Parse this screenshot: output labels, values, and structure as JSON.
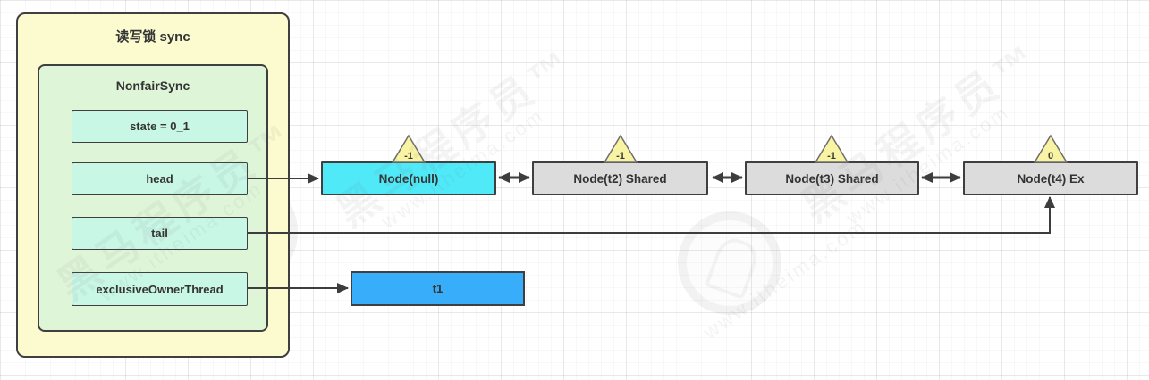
{
  "diagram": {
    "outer": {
      "title": "读写锁 sync"
    },
    "inner": {
      "title": "NonfairSync"
    },
    "fields": [
      {
        "label": "state = 0_1"
      },
      {
        "label": "head"
      },
      {
        "label": "tail"
      },
      {
        "label": "exclusiveOwnerThread"
      }
    ],
    "nodes": [
      {
        "label": "Node(null)",
        "wait_status": "-1"
      },
      {
        "label": "Node(t2) Shared",
        "wait_status": "-1"
      },
      {
        "label": "Node(t3) Shared",
        "wait_status": "-1"
      },
      {
        "label": "Node(t4) Ex",
        "wait_status": "0"
      }
    ],
    "thread": {
      "label": "t1"
    }
  },
  "watermark": {
    "brand": "黑马程序员™",
    "url": "www.itheima.com"
  },
  "colors": {
    "outer_fill": "#FBFBCF",
    "inner_fill": "#DFF5D8",
    "field_fill": "#C8F7E6",
    "head_node_fill": "#4FE9F8",
    "node_fill": "#DCDCDC",
    "thread_fill": "#38AEFA",
    "triangle_fill": "#F8F4A3",
    "line": "#3D3D3D"
  }
}
